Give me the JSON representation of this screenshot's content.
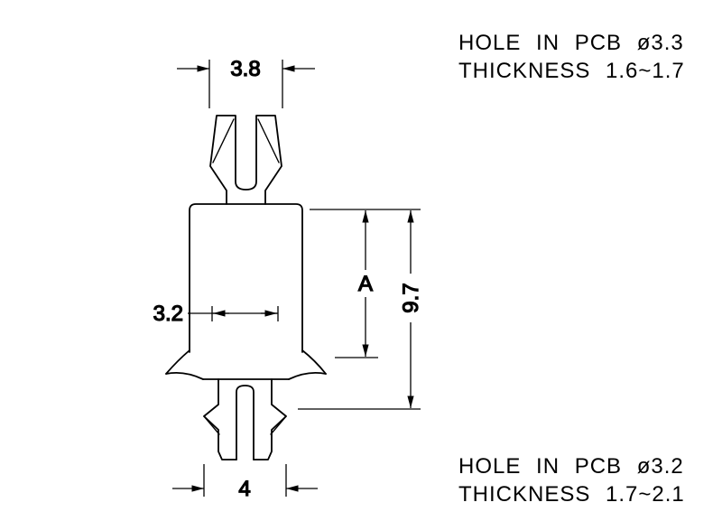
{
  "annotations": {
    "top": {
      "line1": "HOLE IN PCB ø3.3",
      "line2": "THICKNESS 1.6~1.7"
    },
    "bottom": {
      "line1": "HOLE IN PCB ø3.2",
      "line2": "THICKNESS 1.7~2.1"
    }
  },
  "dimensions": {
    "top_width": "3.8",
    "inner_width": "3.2",
    "body_height_label": "A",
    "overall_height": "9.7",
    "bottom_width": "4"
  },
  "colors": {
    "background": "#ffffff",
    "line": "#000000",
    "text": "#000000"
  }
}
